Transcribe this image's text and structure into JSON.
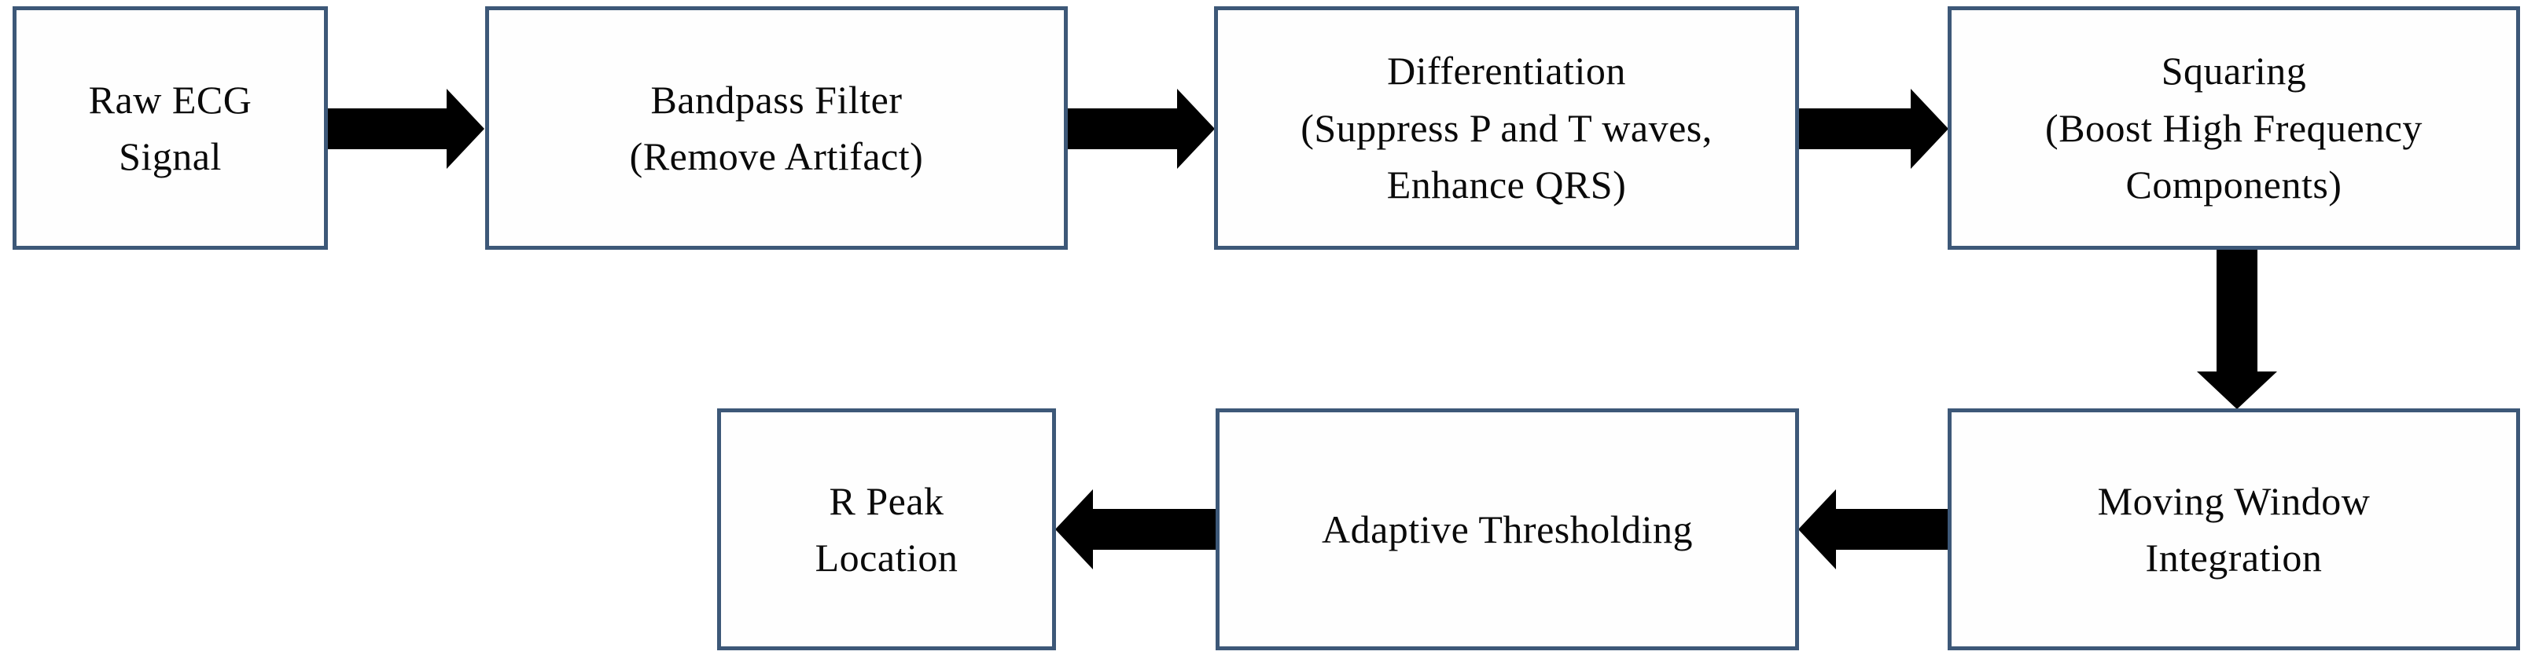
{
  "diagram": {
    "type": "flowchart",
    "background_color": "#ffffff",
    "box_border_color": "#3d5878",
    "box_fill_color": "#fefefe",
    "arrow_color": "#000000",
    "text_color": "#0a0a0a",
    "boxes": [
      {
        "id": "raw-ecg-signal",
        "label": "Raw ECG\nSignal"
      },
      {
        "id": "bandpass-filter",
        "label": "Bandpass Filter\n(Remove Artifact)"
      },
      {
        "id": "differentiation",
        "label": "Differentiation\n(Suppress P and T waves,\nEnhance QRS)"
      },
      {
        "id": "squaring",
        "label": "Squaring\n(Boost High Frequency\nComponents)"
      },
      {
        "id": "moving-window-integration",
        "label": "Moving Window\nIntegration"
      },
      {
        "id": "adaptive-thresholding",
        "label": "Adaptive Thresholding"
      },
      {
        "id": "r-peak-location",
        "label": "R Peak\nLocation"
      }
    ],
    "arrows": [
      {
        "from": "raw-ecg-signal",
        "to": "bandpass-filter",
        "direction": "right"
      },
      {
        "from": "bandpass-filter",
        "to": "differentiation",
        "direction": "right"
      },
      {
        "from": "differentiation",
        "to": "squaring",
        "direction": "right"
      },
      {
        "from": "squaring",
        "to": "moving-window-integration",
        "direction": "down"
      },
      {
        "from": "moving-window-integration",
        "to": "adaptive-thresholding",
        "direction": "left"
      },
      {
        "from": "adaptive-thresholding",
        "to": "r-peak-location",
        "direction": "left"
      }
    ]
  }
}
